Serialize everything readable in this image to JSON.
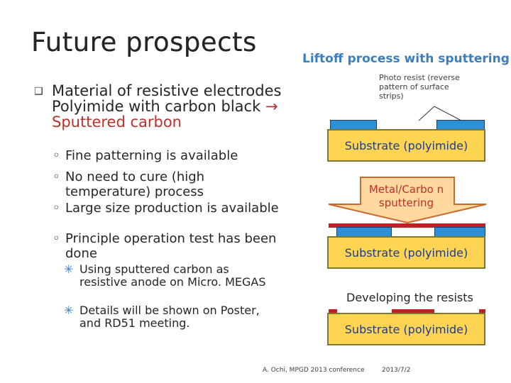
{
  "title": "Future prospects",
  "right_title": "Liftoff process with sputtering",
  "bullet": {
    "line1": "Material of resistive electrodes",
    "line2_prefix": "Polyimide with carbon black ",
    "arrow": "→",
    "line2_red": "Sputtered carbon"
  },
  "sub_bullets": [
    "Fine patterning is available",
    "No need to cure (high temperature) process",
    "Large size production is available",
    "Principle operation test has been done"
  ],
  "sub_sub_bullets": [
    "Using sputtered carbon as resistive anode on Micro. MEGAS",
    "Details will be shown on Poster, and RD51 meeting."
  ],
  "diagram": {
    "photo_resist_note": "Photo resist (reverse pattern of surface strips)",
    "substrate_label": "Substrate (polyimide)",
    "arrow_label": "Metal/Carbo n sputtering",
    "developing_label": "Developing the resists"
  },
  "footer": {
    "left": "A. Ochi, MPGD 2013 conference",
    "right": "2013/7/2"
  },
  "colors": {
    "accent_blue": "#3a7ec2",
    "highlight_red": "#c0302a",
    "substrate_fill": "#ffd452",
    "resist_blue": "#2d8fd6",
    "arrow_fill": "#ffd8a0"
  }
}
